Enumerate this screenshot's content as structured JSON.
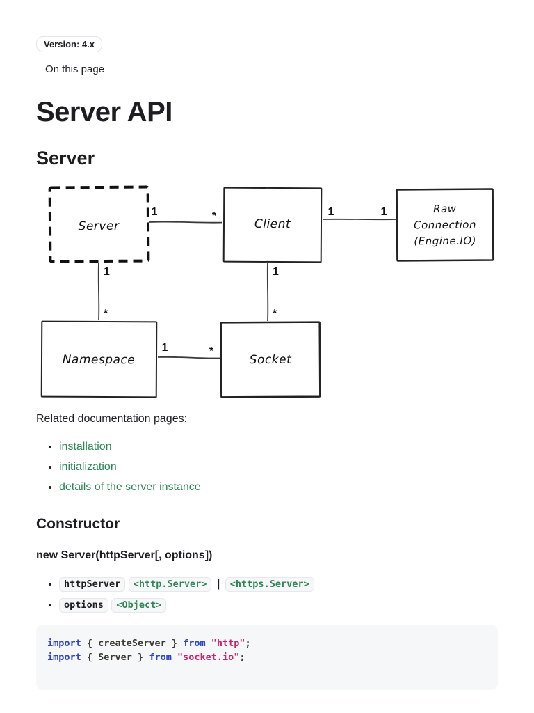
{
  "header": {
    "version_badge": "Version: 4.x",
    "toc_label": "On this page",
    "page_title": "Server API"
  },
  "server_section": {
    "heading": "Server",
    "related_label": "Related documentation pages:",
    "links": [
      "installation",
      "initialization",
      "details of the server instance"
    ]
  },
  "diagram": {
    "nodes": {
      "server": "Server",
      "client": "Client",
      "raw": [
        "Raw",
        "Connection",
        "(Engine.IO)"
      ],
      "namespace": "Namespace",
      "socket": "Socket"
    },
    "edges": {
      "server_client": {
        "near": "1",
        "far": "*"
      },
      "client_raw": {
        "near": "1",
        "far": "1"
      },
      "server_namespace": {
        "near": "1",
        "far": "*"
      },
      "client_socket": {
        "near": "1",
        "far": "*"
      },
      "namespace_socket": {
        "near": "1",
        "far": "*"
      }
    }
  },
  "constructor_section": {
    "heading": "Constructor",
    "signature": "new Server(httpServer[, options])",
    "params": {
      "httpserver": {
        "name": "httpServer",
        "type1": "<http.Server>",
        "sep": "|",
        "type2": "<https.Server>"
      },
      "options": {
        "name": "options",
        "type1": "<Object>"
      }
    }
  },
  "code_block": {
    "line1": {
      "kw1": "import",
      "mid": " { createServer } ",
      "kw2": "from",
      "str": " \"http\"",
      "end": ";"
    },
    "line2": {
      "kw1": "import",
      "mid": " { Server } ",
      "kw2": "from",
      "str": " \"socket.io\"",
      "end": ";"
    }
  },
  "colors": {
    "link_green": "#2e8555",
    "keyword_blue": "#2f45c6",
    "string_pink": "#c9256d",
    "text": "#1c1e21",
    "code_bg": "#f6f7f8"
  }
}
